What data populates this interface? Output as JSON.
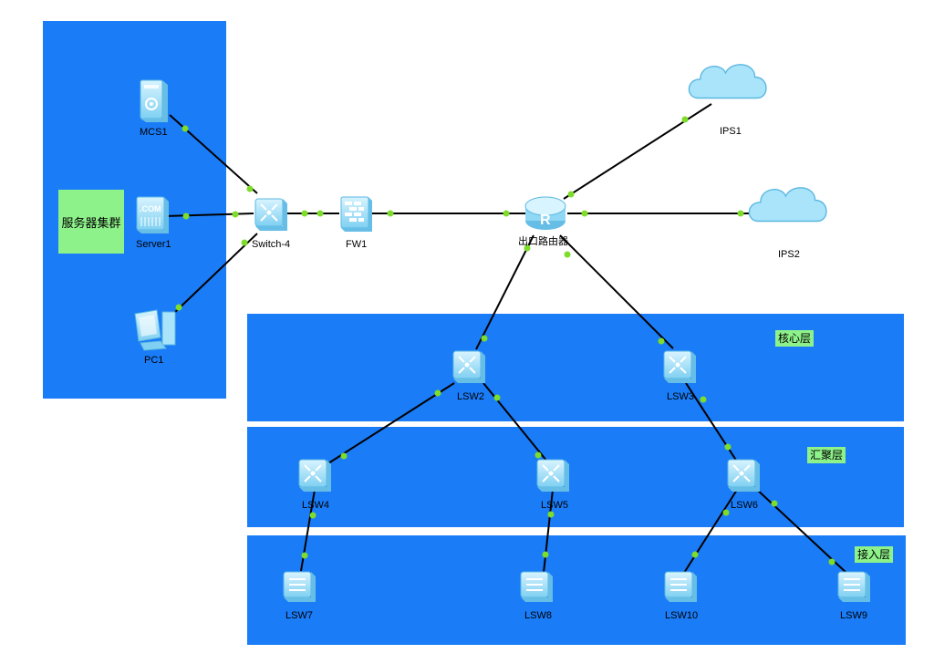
{
  "zones": {
    "server_cluster": "服务器集群",
    "core": "核心层",
    "aggregation": "汇聚层",
    "access": "接入层"
  },
  "devices": {
    "mcs1": "MCS1",
    "server1": "Server1",
    "pc1": "PC1",
    "switch4": "Switch-4",
    "fw1": "FW1",
    "router": "出口路由器",
    "ips1": "IPS1",
    "ips2": "IPS2",
    "lsw2": "LSW2",
    "lsw3": "LSW3",
    "lsw4": "LSW4",
    "lsw5": "LSW5",
    "lsw6": "LSW6",
    "lsw7": "LSW7",
    "lsw8": "LSW8",
    "lsw9": "LSW9",
    "lsw10": "LSW10"
  },
  "colors": {
    "zone_fill": "#1a7cf7",
    "tag_fill": "#8ef28a",
    "device_fill": "#a9e4fb",
    "link": "#000000",
    "link_dot": "#7ddd2a"
  },
  "icons": {
    "switch": "l3-switch-icon",
    "access_switch": "l2-switch-icon",
    "router": "router-icon",
    "firewall": "firewall-icon",
    "cloud": "cloud-icon",
    "server": "server-icon",
    "pc": "pc-icon"
  }
}
